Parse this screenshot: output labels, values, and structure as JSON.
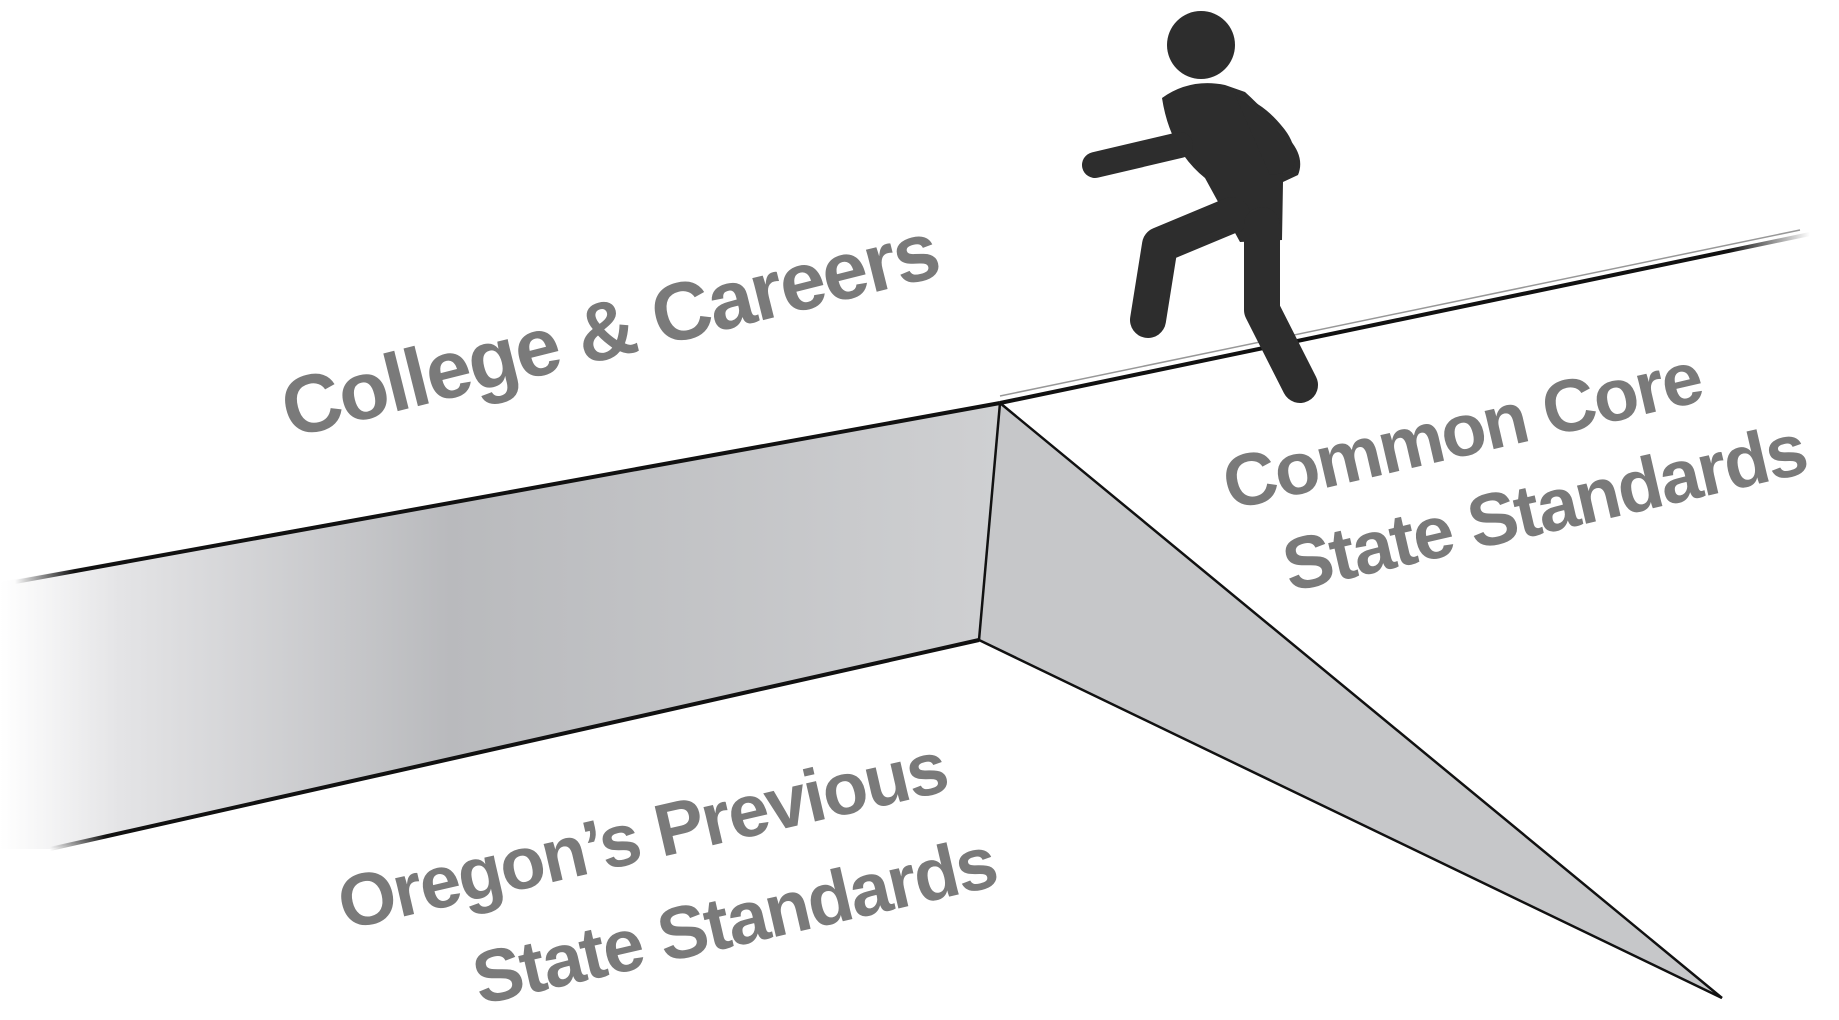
{
  "diagram": {
    "labels": {
      "top_left": "College & Careers",
      "upper_right_line1": "Common Core",
      "upper_right_line2": "State Standards",
      "lower_left_line1": "Oregon’s Previous",
      "lower_left_line2": "State Standards"
    },
    "icons": {
      "figure": "walking-person-icon"
    },
    "colors": {
      "label_text": "#7a7a7a",
      "figure": "#2d2d2d",
      "edge_line": "#111111",
      "wall_shade": "#c6c7c9",
      "background": "#ffffff"
    }
  }
}
